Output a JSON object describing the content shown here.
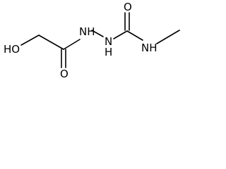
{
  "molecule": {
    "atom_labels": {
      "hydroxyl": "HO",
      "hydrazide_nh": "NH",
      "hydrazine_n": "N",
      "hydrazine_h": "H",
      "urea_nh": "NH",
      "carbonyl_o_left": "O",
      "carbonyl_o_right": "O"
    }
  }
}
